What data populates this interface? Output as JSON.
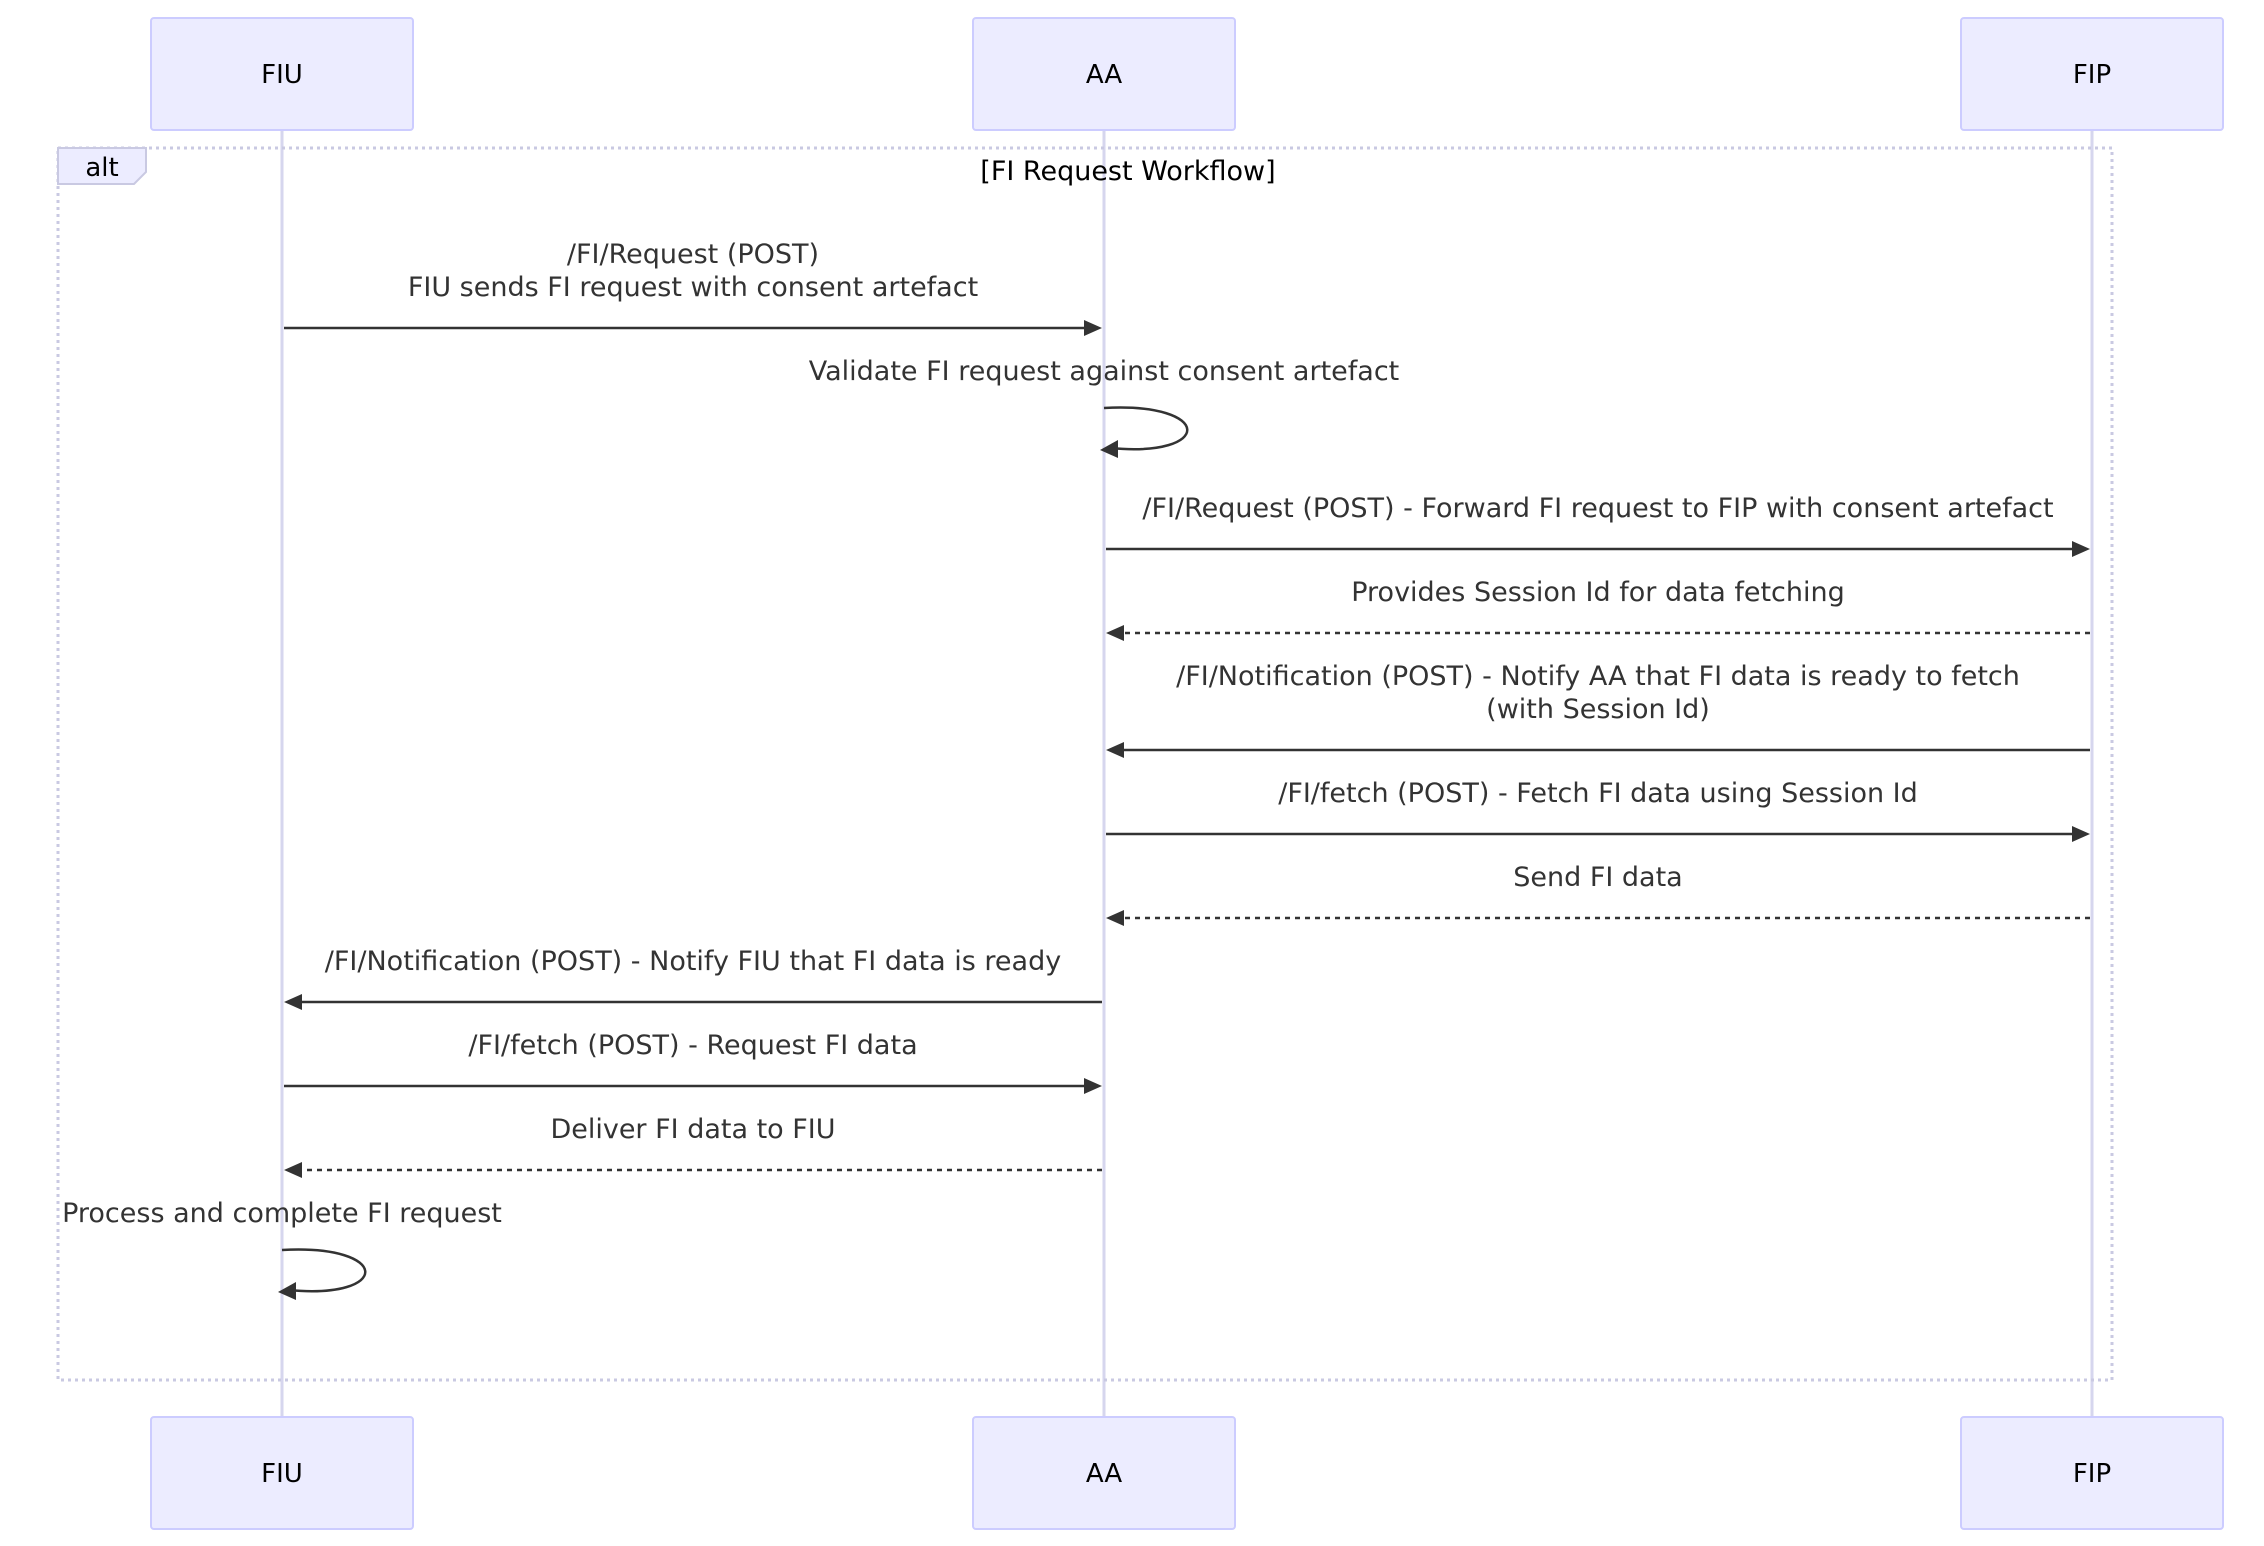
{
  "participants": [
    {
      "id": "FIU",
      "label": "FIU"
    },
    {
      "id": "AA",
      "label": "AA"
    },
    {
      "id": "FIP",
      "label": "FIP"
    }
  ],
  "frame": {
    "type_label": "alt",
    "title": "[FI Request Workflow]"
  },
  "messages": [
    {
      "from": "FIU",
      "to": "AA",
      "style": "solid",
      "lines": [
        "/FI/Request (POST)",
        "FIU sends FI request with consent artefact"
      ]
    },
    {
      "from": "AA",
      "to": "AA",
      "style": "solid",
      "lines": [
        "Validate FI request against consent artefact"
      ]
    },
    {
      "from": "AA",
      "to": "FIP",
      "style": "solid",
      "lines": [
        "/FI/Request (POST) - Forward FI request to FIP with consent artefact"
      ]
    },
    {
      "from": "FIP",
      "to": "AA",
      "style": "dashed",
      "lines": [
        "Provides Session Id for data fetching"
      ]
    },
    {
      "from": "FIP",
      "to": "AA",
      "style": "solid",
      "lines": [
        "/FI/Notification (POST) - Notify AA that FI data is ready to fetch",
        "(with Session Id)"
      ]
    },
    {
      "from": "AA",
      "to": "FIP",
      "style": "solid",
      "lines": [
        "/FI/fetch (POST) - Fetch FI data using Session Id"
      ]
    },
    {
      "from": "FIP",
      "to": "AA",
      "style": "dashed",
      "lines": [
        "Send FI data"
      ]
    },
    {
      "from": "AA",
      "to": "FIU",
      "style": "solid",
      "lines": [
        "/FI/Notification (POST) - Notify FIU that FI data is ready"
      ]
    },
    {
      "from": "FIU",
      "to": "AA",
      "style": "solid",
      "lines": [
        "/FI/fetch (POST) - Request FI data"
      ]
    },
    {
      "from": "AA",
      "to": "FIU",
      "style": "dashed",
      "lines": [
        "Deliver FI data to FIU"
      ]
    },
    {
      "from": "FIU",
      "to": "FIU",
      "style": "solid",
      "lines": [
        "Process and complete FI request"
      ]
    }
  ]
}
